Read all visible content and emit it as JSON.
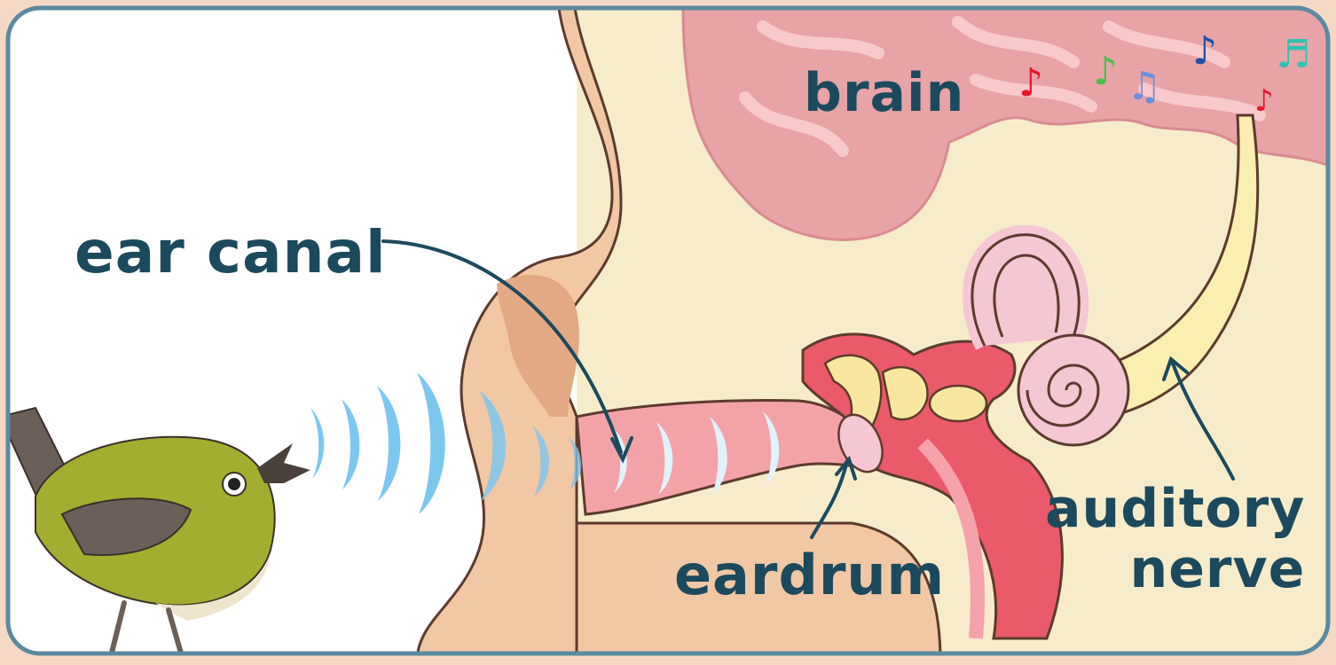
{
  "labels": {
    "brain": "brain",
    "ear_canal": "ear canal",
    "eardrum": "eardrum",
    "auditory_nerve_line1": "auditory",
    "auditory_nerve_line2": "nerve"
  },
  "colors": {
    "background": "#f5d9c4",
    "frame": "#5a8aa0",
    "label_text": "#1b4a5e",
    "brain": "#e8a3a6",
    "inner_tissue": "#f6ecc9",
    "skin": "#f2c7a3",
    "canal": "#f3a3a8",
    "sound_waves": "#7cc7f0",
    "bird_body": "#a3ad2f",
    "nerve": "#faeeb0",
    "cochlea": "#f5c7d3",
    "middle_ear_red": "#ea5a6a"
  },
  "icons": [
    "bird-icon",
    "sound-wave-icon",
    "music-note-icon"
  ]
}
